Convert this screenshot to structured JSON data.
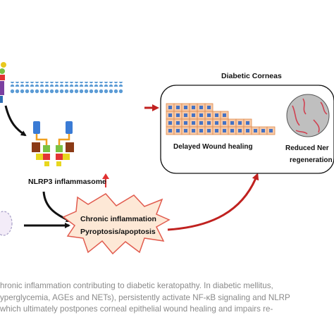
{
  "labels": {
    "diabetic_corneas": "Diabetic Corneas",
    "nlrp3": "NLRP3 inflammasome",
    "chronic_inflammation": "Chronic inflammation",
    "pyroptosis": "Pyroptosis/apoptosis",
    "delayed_wound": "Delayed Wound healing",
    "reduced_nerve": "Reduced Ner",
    "regeneration": "regeneration"
  },
  "caption": {
    "line1": "hronic inflammation contributing to diabetic keratopathy. In diabetic mellitus,",
    "line2": "yperglycemia, AGEs and NETs), persistently activate NF-κB signaling and NLRP",
    "line3": "which ultimately postpones corneal epithelial wound healing and impairs re-"
  },
  "colors": {
    "arrow_red": "#c0211f",
    "membrane_blue": "#5b9bd5",
    "cell_orange": "#f6c9a8",
    "nucleus_blue": "#4472c4",
    "nlrp3_red": "#e03030",
    "nerve_red": "#d04050"
  },
  "icons": {
    "upregulation": "up-arrow-icon"
  }
}
